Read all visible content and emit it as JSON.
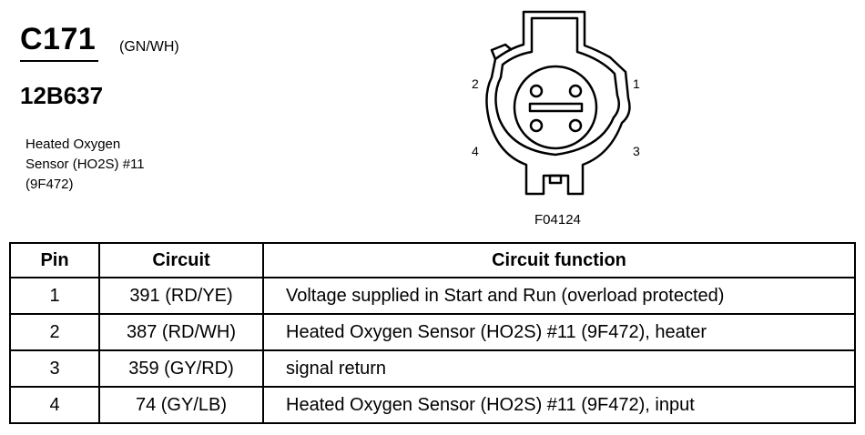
{
  "header": {
    "connector_id": "C171",
    "wire_color": "(GN/WH)",
    "part_number": "12B637",
    "component_lines": [
      "Heated Oxygen",
      "Sensor (HO2S) #11",
      "(9F472)"
    ]
  },
  "figure": {
    "code": "F04124",
    "pin_labels": [
      "2",
      "1",
      "4",
      "3"
    ]
  },
  "table": {
    "headers": [
      "Pin",
      "Circuit",
      "Circuit function"
    ],
    "rows": [
      {
        "pin": "1",
        "circuit": "391 (RD/YE)",
        "function": "Voltage supplied in Start and Run (overload protected)"
      },
      {
        "pin": "2",
        "circuit": "387 (RD/WH)",
        "function": "Heated Oxygen Sensor (HO2S) #11 (9F472), heater"
      },
      {
        "pin": "3",
        "circuit": "359 (GY/RD)",
        "function": "signal return"
      },
      {
        "pin": "4",
        "circuit": "74 (GY/LB)",
        "function": "Heated Oxygen Sensor (HO2S) #11 (9F472), input"
      }
    ]
  }
}
